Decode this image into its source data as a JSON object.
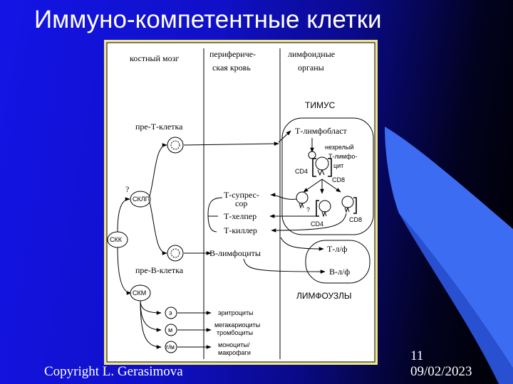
{
  "slide": {
    "title": "Иммуно-компетентные клетки",
    "copyright": "Copyright L. Gerasimova",
    "slide_number": "11",
    "date": "09/02/2023"
  },
  "diagram": {
    "columns": {
      "bone_marrow": "костный мозг",
      "peripheral_blood_1": "перифериче-",
      "peripheral_blood_2": "ская кровь",
      "lymphoid_organs_1": "лимфоидные",
      "lymphoid_organs_2": "органы"
    },
    "thymus": "ТИМУС",
    "t_lymphoblast": "Т-лимфобласт",
    "immature_1": "незрелый",
    "immature_2": "Т-лимфо-",
    "immature_3": "цит",
    "cd4": "CD4",
    "cd8": "CD8",
    "question": "?",
    "pre_t_cell": "пре-Т-клетка",
    "pre_b_cell": "пре-В-клетка",
    "sklp": "СКЛП",
    "skk": "СКК",
    "skm": "СКМ",
    "t_suppressor_1": "Т-супрес-",
    "t_suppressor_2": "сор",
    "t_helper": "Т-хелпер",
    "t_killer": "Т-киллер",
    "b_lymphocytes": "В-лимфоциты",
    "t_lf": "Т-л/ф",
    "b_lf": "В-л/ф",
    "lymph_nodes": "ЛИМФОУЗЛЫ",
    "cell_e": "э",
    "cell_m": "м",
    "cell_gm": "г/м",
    "erythrocytes": "эритроциты",
    "megakaryocytes": "мегакариоциты",
    "thrombocytes": "тромбоциты",
    "monocytes": "моноциты/",
    "macrophages": "макрофаги"
  }
}
